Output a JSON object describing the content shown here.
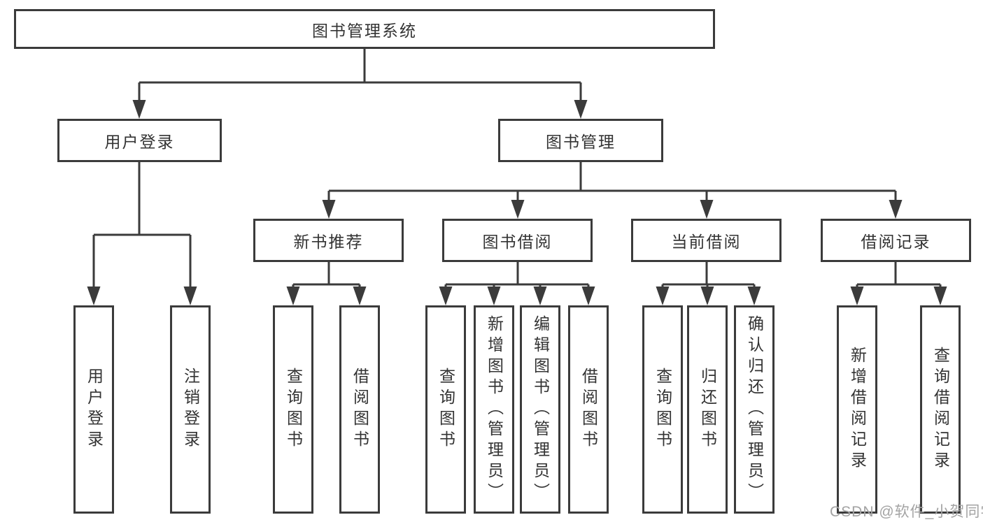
{
  "root": {
    "label": "图书管理系统"
  },
  "level2": [
    {
      "id": "user-login",
      "label": "用户登录"
    },
    {
      "id": "book-management",
      "label": "图书管理"
    }
  ],
  "level3": [
    {
      "id": "new-book-recommend",
      "label": "新书推荐"
    },
    {
      "id": "book-borrowing",
      "label": "图书借阅"
    },
    {
      "id": "current-borrowing",
      "label": "当前借阅"
    },
    {
      "id": "borrowing-records",
      "label": "借阅记录"
    }
  ],
  "leaves": [
    {
      "group": "用户登录",
      "label": "用户登录"
    },
    {
      "group": "用户登录",
      "label": "注销登录"
    },
    {
      "group": "新书推荐",
      "label": "查询图书"
    },
    {
      "group": "新书推荐",
      "label": "借阅图书"
    },
    {
      "group": "图书借阅",
      "label": "查询图书"
    },
    {
      "group": "图书借阅",
      "label": "新增图书（管理员）"
    },
    {
      "group": "图书借阅",
      "label": "编辑图书（管理员）"
    },
    {
      "group": "图书借阅",
      "label": "借阅图书"
    },
    {
      "group": "当前借阅",
      "label": "查询图书"
    },
    {
      "group": "当前借阅",
      "label": "归还图书"
    },
    {
      "group": "当前借阅",
      "label": "确认归还（管理员）"
    },
    {
      "group": "借阅记录",
      "label": "新增借阅记录"
    },
    {
      "group": "借阅记录",
      "label": "查询借阅记录"
    }
  ],
  "watermark": {
    "text": "CSDN @软件_小贺同学"
  },
  "colors": {
    "line": "#3b3b3b",
    "box_border": "#3b3b3b",
    "text": "#333333",
    "watermark": "#a3a3a3",
    "background": "#ffffff"
  }
}
